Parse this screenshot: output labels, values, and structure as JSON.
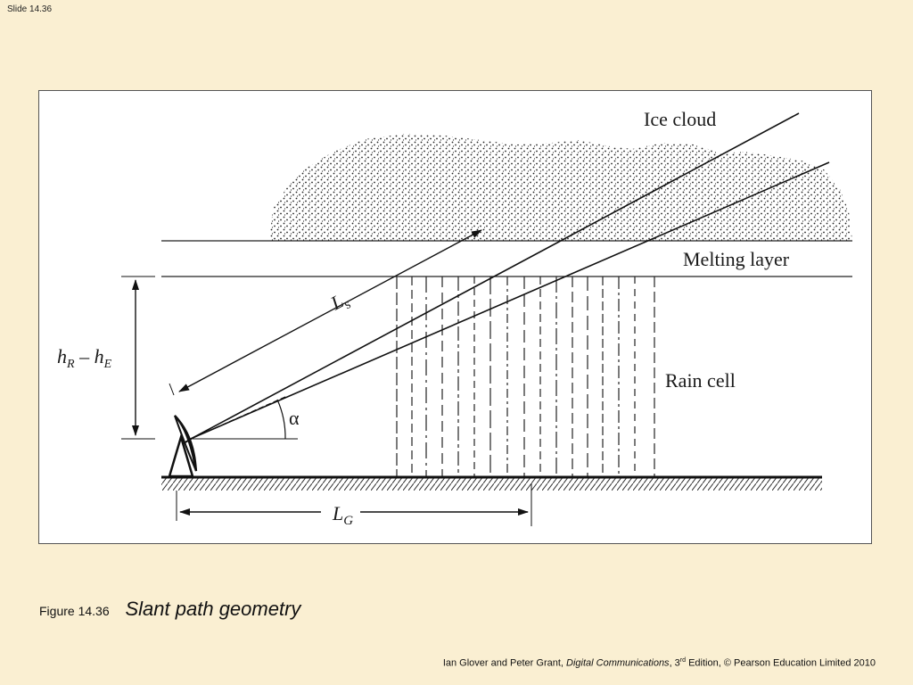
{
  "slide_number": "Slide 14.36",
  "figure": {
    "labels": {
      "ice_cloud": "Ice cloud",
      "melting_layer": "Melting layer",
      "rain_cell": "Rain cell",
      "ls": "L",
      "ls_sub": "s",
      "lg": "L",
      "lg_sub": "G",
      "alpha": "α",
      "h_r": "h",
      "h_r_sub": "R",
      "dash": " – h",
      "h_e_sub": "E"
    }
  },
  "caption": {
    "number": "Figure 14.36",
    "title": "Slant path geometry"
  },
  "footer": {
    "authors": "Ian Glover and Peter Grant, ",
    "book": "Digital Communications",
    "edition_prefix": ", 3",
    "edition_sup": "rd",
    "edition_rest": " Edition, © Pearson Education Limited 2010"
  }
}
